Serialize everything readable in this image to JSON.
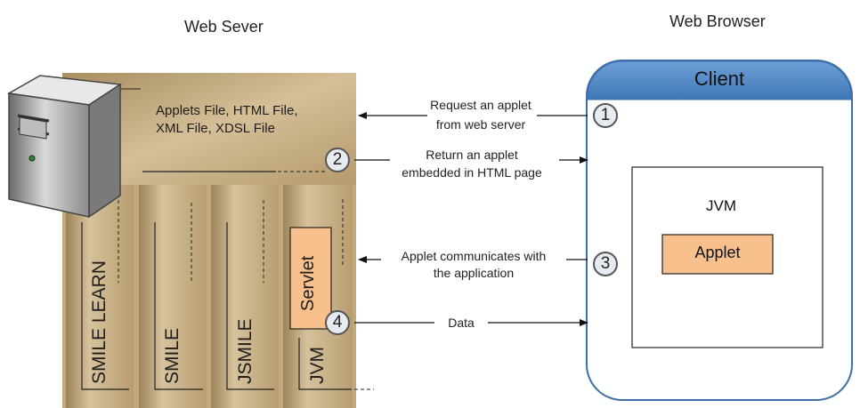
{
  "server_title": "Web Sever",
  "browser_title": "Web Browser",
  "client_label": "Client",
  "files_text_line1": "Applets  File,  HTML File,",
  "files_text_line2": "XML File, XDSL File",
  "jvm_box_label": "JVM",
  "applet_label": "Applet",
  "servlet_label": "Servlet",
  "columns": [
    "SMILE LEARN",
    "SMILE",
    "JSMILE",
    "JVM"
  ],
  "steps": [
    {
      "num": "1",
      "line1": "Request an applet",
      "line2": "from web server"
    },
    {
      "num": "2",
      "line1": "Return an applet",
      "line2": "embedded in HTML page"
    },
    {
      "num": "3",
      "line1": "Applet communicates with",
      "line2": "the application"
    },
    {
      "num": "4",
      "line1": "Data"
    }
  ],
  "colors": {
    "server_fill": "#c8b187",
    "server_dark": "#9a8258",
    "client_header": "#4f86c0",
    "client_border": "#3e6fa8",
    "applet_fill": "#f7c08c"
  }
}
